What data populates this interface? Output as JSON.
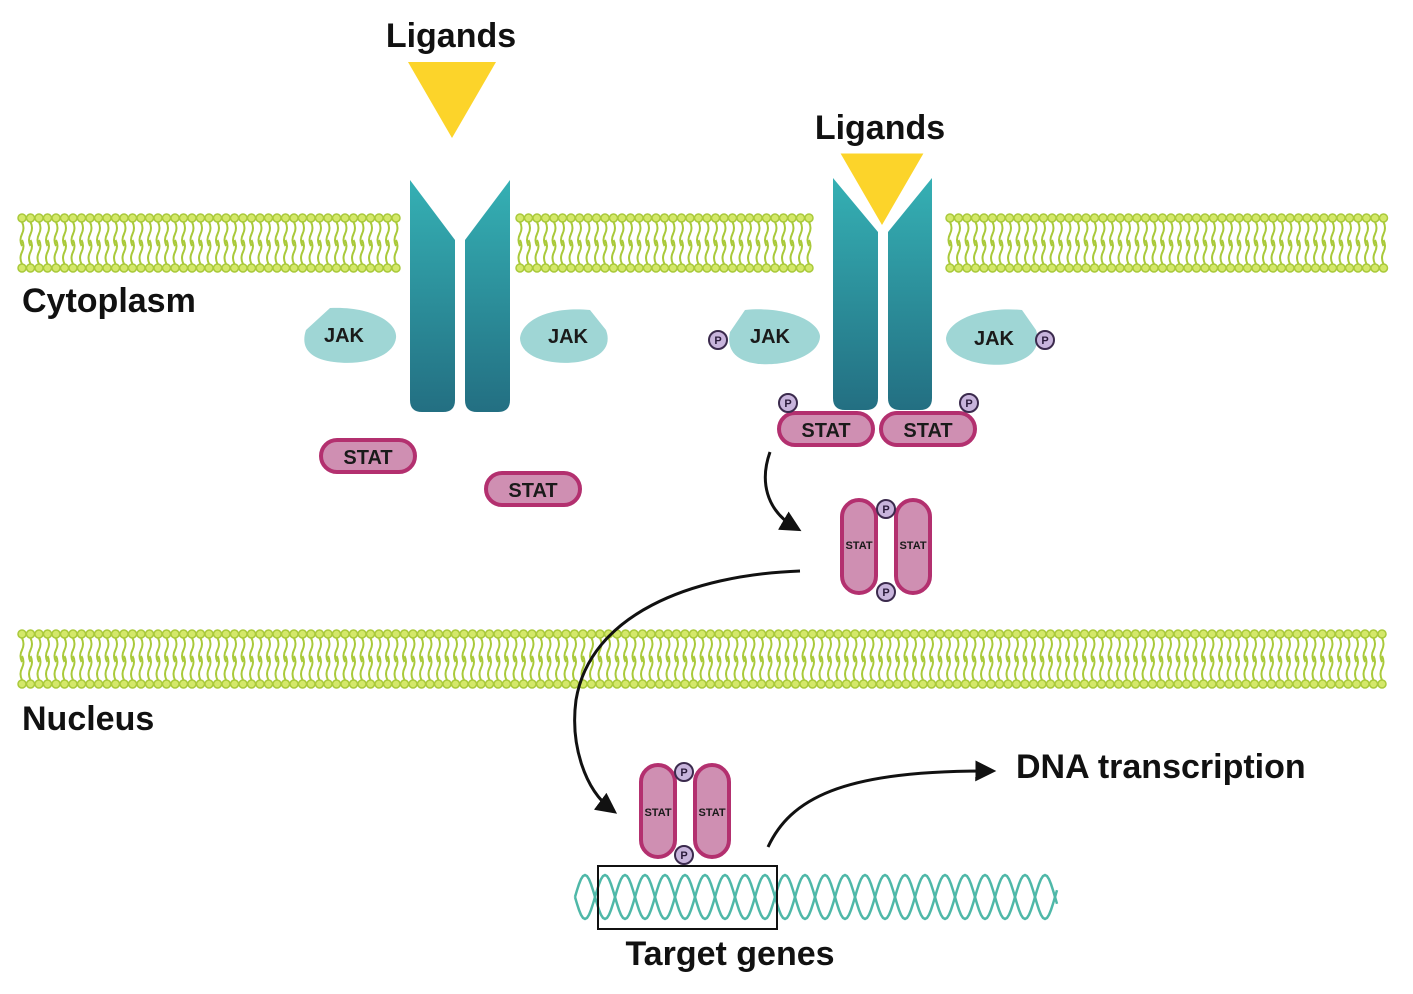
{
  "labels": {
    "ligands_left": "Ligands",
    "ligands_right": "Ligands",
    "cytoplasm": "Cytoplasm",
    "nucleus": "Nucleus",
    "dna_transcription": "DNA transcription",
    "target_genes": "Target genes"
  },
  "proteins": {
    "jak": "JAK",
    "stat": "STAT",
    "phosphate": "P"
  },
  "colors": {
    "membrane": "#a9c93a",
    "membrane_head": "#d4e86a",
    "receptor_top": "#35b0b4",
    "receptor_bottom": "#236f82",
    "jak": "#9fd6d5",
    "stat_fill": "#cf8fb2",
    "stat_border": "#b3306f",
    "phosphate_fill": "#c8b4dc",
    "phosphate_border": "#3b2a4d",
    "ligand": "#fcd42a",
    "dna": "#4fb8a8"
  }
}
